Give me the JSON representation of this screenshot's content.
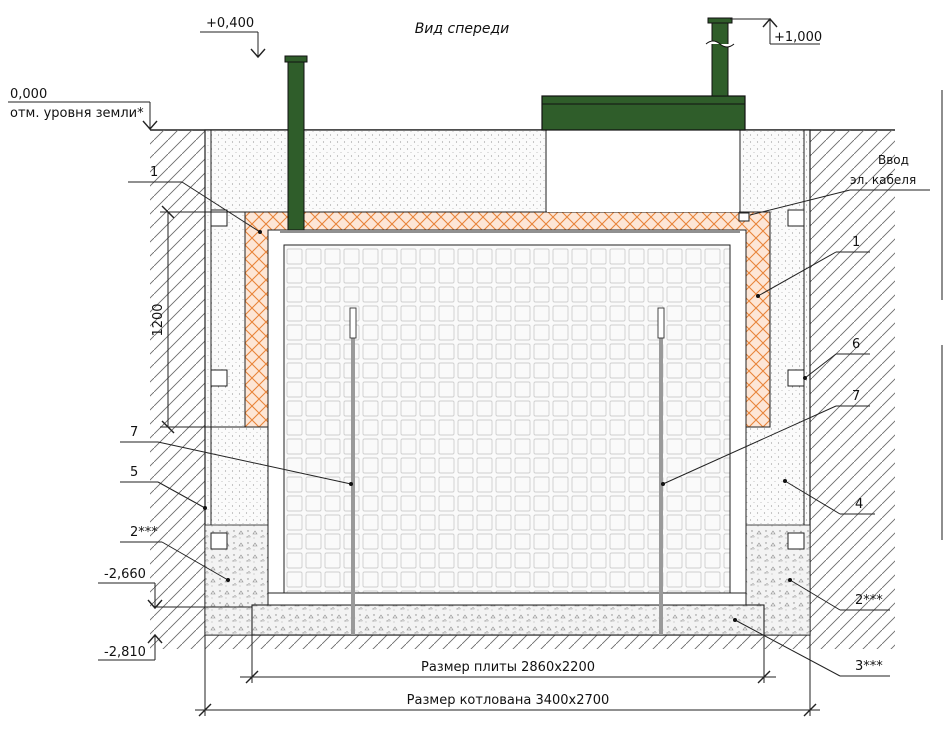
{
  "title": "Вид спереди",
  "elevations": {
    "ground": "0,000",
    "ground_note": "отм. уровня земли*",
    "pipe_top": "+0,400",
    "vent_top": "+1,000",
    "excavation_mid": "-2,660",
    "excavation_bottom": "-2,810"
  },
  "cable_entry": {
    "line1": "Ввод",
    "line2": "эл. кабеля"
  },
  "dimensions": {
    "height": "1200",
    "slab": "Размер плиты 2860x2200",
    "pit": "Размер котлована 3400x2700"
  },
  "callouts": {
    "c1_left": "1",
    "c1_right": "1",
    "c2_left": "2***",
    "c2_right": "2***",
    "c3": "3***",
    "c4": "4",
    "c5": "5",
    "c6": "6",
    "c7_left": "7",
    "c7_right": "7"
  },
  "colors": {
    "pipe_green": "#2f5d2a",
    "insulation_orange": "#e8843a",
    "outline": "#222222"
  }
}
